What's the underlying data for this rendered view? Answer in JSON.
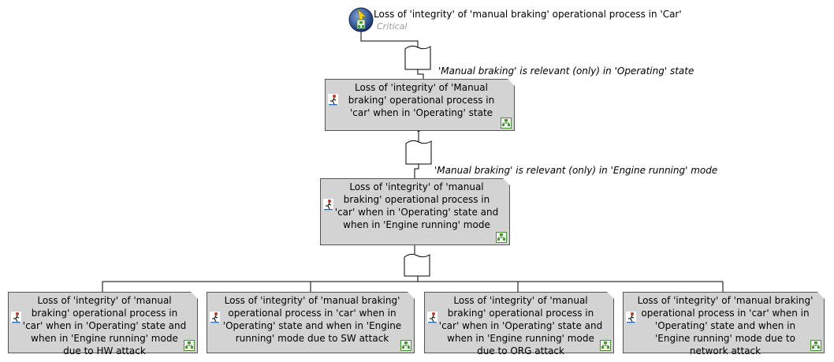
{
  "root": {
    "title": "Loss of 'integrity' of 'manual braking' operational process in 'Car'",
    "severity": "Critical",
    "icon": "root-threat-icon"
  },
  "gates": [
    {
      "label": "'Manual braking' is relevant (only) in 'Operating' state"
    },
    {
      "label": "'Manual braking' is relevant (only) in 'Engine running' mode"
    },
    {
      "label": ""
    }
  ],
  "level1": {
    "text": "Loss of 'integrity' of 'Manual braking' operational process in 'car' when in 'Operating' state"
  },
  "level2": {
    "text": "Loss of 'integrity' of 'manual braking' operational process in 'car' when in 'Operating' state and when in 'Engine running' mode"
  },
  "leaves": [
    {
      "text": "Loss of 'integrity' of 'manual braking' operational process in 'car' when in 'Operating' state and when in 'Engine running' mode due to HW attack"
    },
    {
      "text": "Loss of 'integrity' of 'manual braking' operational process in 'car' when in 'Operating' state and when in 'Engine running' mode due to SW attack"
    },
    {
      "text": "Loss of 'integrity' of 'manual braking' operational process in 'car' when in 'Operating' state and when in 'Engine running' mode due to ORG attack"
    },
    {
      "text": "Loss of 'integrity' of 'manual braking' operational process in 'car' when in 'Operating' state and when in 'Engine running' mode due to network attack"
    }
  ],
  "icons": {
    "node_left": "attacker-figure-icon",
    "node_right": "subtree-expand-icon"
  }
}
